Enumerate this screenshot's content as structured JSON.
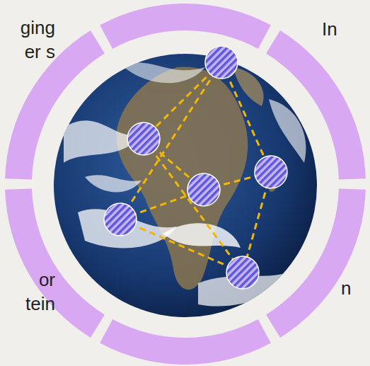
{
  "diagram": {
    "labels": [
      "ging er s",
      "In",
      "or tein",
      "n"
    ]
  }
}
